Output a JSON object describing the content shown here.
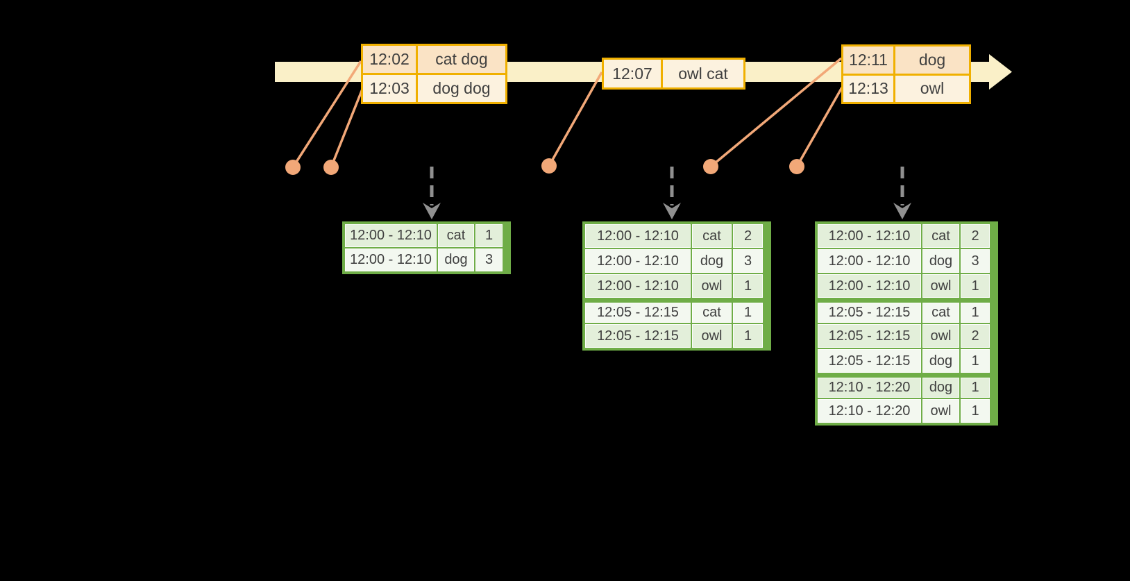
{
  "timeline": {
    "band_color": "#FAF0C8",
    "event_tables": [
      {
        "rows": [
          {
            "time": "12:02",
            "words": "cat dog",
            "tone": "dark"
          },
          {
            "time": "12:03",
            "words": "dog dog",
            "tone": "light"
          }
        ]
      },
      {
        "rows": [
          {
            "time": "12:07",
            "words": "owl cat",
            "tone": "light"
          }
        ]
      },
      {
        "rows": [
          {
            "time": "12:11",
            "words": "dog",
            "tone": "dark"
          },
          {
            "time": "12:13",
            "words": "owl",
            "tone": "light"
          }
        ]
      }
    ]
  },
  "result_tables": [
    {
      "rows": [
        [
          "12:00 - 12:10",
          "cat",
          "1"
        ],
        [
          "12:00 - 12:10",
          "dog",
          "3"
        ]
      ],
      "group_starts": []
    },
    {
      "rows": [
        [
          "12:00 - 12:10",
          "cat",
          "2"
        ],
        [
          "12:00 - 12:10",
          "dog",
          "3"
        ],
        [
          "12:00 - 12:10",
          "owl",
          "1"
        ],
        [
          "12:05 - 12:15",
          "cat",
          "1"
        ],
        [
          "12:05 - 12:15",
          "owl",
          "1"
        ]
      ],
      "group_starts": [
        3
      ]
    },
    {
      "rows": [
        [
          "12:00 - 12:10",
          "cat",
          "2"
        ],
        [
          "12:00 - 12:10",
          "dog",
          "3"
        ],
        [
          "12:00 - 12:10",
          "owl",
          "1"
        ],
        [
          "12:05 - 12:15",
          "cat",
          "1"
        ],
        [
          "12:05 - 12:15",
          "owl",
          "2"
        ],
        [
          "12:05 - 12:15",
          "dog",
          "1"
        ],
        [
          "12:10 - 12:20",
          "dog",
          "1"
        ],
        [
          "12:10 - 12:20",
          "owl",
          "1"
        ]
      ],
      "group_starts": [
        3,
        6
      ]
    }
  ],
  "colors": {
    "background": "#000000",
    "timeline_band": "#FAF0C8",
    "event_border_gold": "#F0B000",
    "event_fill_peach": "#FAE3C5",
    "event_fill_cream": "#FCF2DF",
    "connector_orange": "#F2A878",
    "trigger_arrow_gray": "#909090",
    "table_green": "#6FAD47",
    "row_fill_green": "#E3EFDA",
    "row_fill_white": "#F3F8F0",
    "text": "#3F3F3F"
  }
}
